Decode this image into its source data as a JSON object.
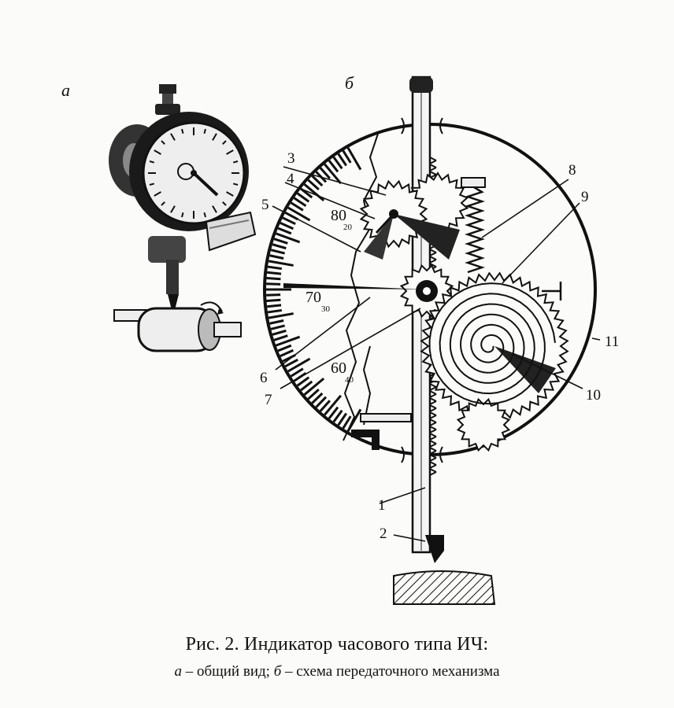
{
  "panel_labels": {
    "a": "а",
    "b": "б"
  },
  "dial_numbers": [
    "80",
    "70",
    "60"
  ],
  "dial_sub_numbers": [
    "20",
    "30",
    "40"
  ],
  "callouts": [
    "1",
    "2",
    "3",
    "4",
    "5",
    "6",
    "7",
    "8",
    "9",
    "10",
    "11"
  ],
  "caption": {
    "title": "Рис. 2. Индикатор часового типа ИЧ:",
    "sub_a_letter": "а",
    "sub_a_text": " – общий вид; ",
    "sub_b_letter": "б",
    "sub_b_text": " – схема передаточного механизма"
  },
  "colors": {
    "ink": "#111111",
    "paper": "#fbfbf9"
  }
}
